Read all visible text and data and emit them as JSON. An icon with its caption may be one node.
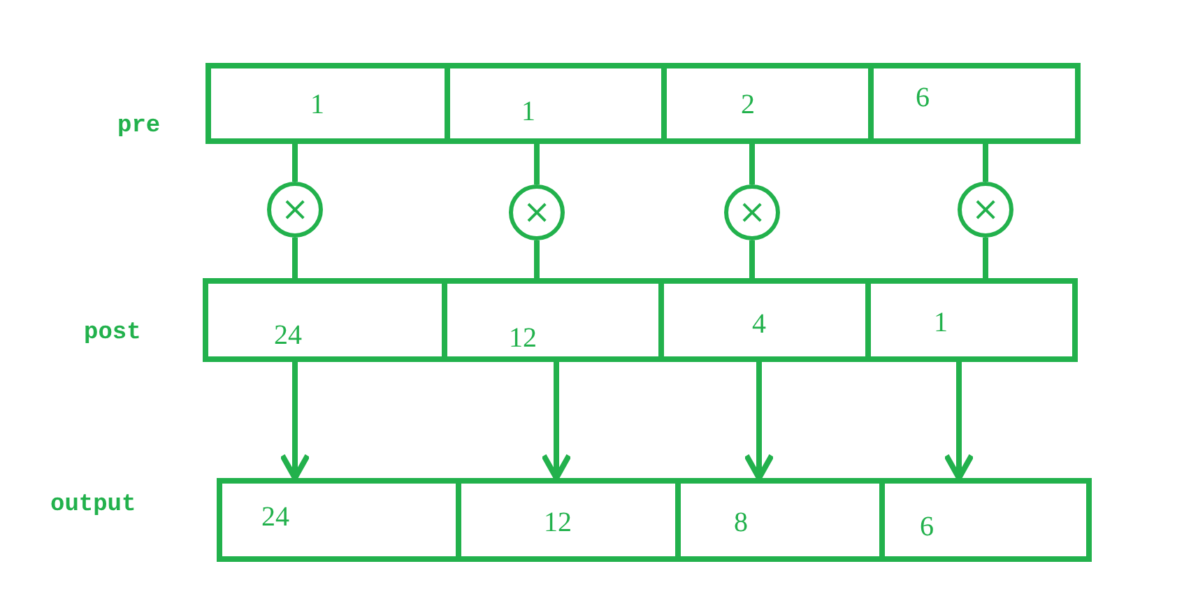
{
  "diagram": {
    "nodes": [
      {
        "text": [
          "1"
        ]
      },
      {
        "text": [
          "1"
        ]
      },
      {
        "text": [
          "2"
        ]
      },
      {
        "text": [
          "6"
        ]
      },
      {
        "text": [
          "×"
        ]
      },
      {
        "text": [
          "×"
        ]
      },
      {
        "text": [
          "×"
        ]
      },
      {
        "text": [
          "×"
        ]
      },
      {
        "text": [
          "24"
        ]
      },
      {
        "text": [
          "12"
        ]
      },
      {
        "text": [
          "4"
        ]
      },
      {
        "text": [
          "1"
        ]
      },
      {
        "text": [
          "24"
        ]
      },
      {
        "text": [
          "12"
        ]
      },
      {
        "text": [
          "8"
        ]
      },
      {
        "text": [
          "6"
        ]
      }
    ],
    "edges": [
      {
        "from": 0,
        "to": 4,
        "arrow": "none"
      },
      {
        "from": 1,
        "to": 5,
        "arrow": "none"
      },
      {
        "from": 2,
        "to": 6,
        "arrow": "none"
      },
      {
        "from": 3,
        "to": 7,
        "arrow": "none"
      },
      {
        "from": 4,
        "to": 8,
        "arrow": "none"
      },
      {
        "from": 5,
        "to": 9,
        "arrow": "none"
      },
      {
        "from": 6,
        "to": 10,
        "arrow": "none"
      },
      {
        "from": 7,
        "to": 11,
        "arrow": "none"
      },
      {
        "from": 8,
        "to": 12,
        "arrow": "to"
      },
      {
        "from": 9,
        "to": 13,
        "arrow": "to"
      },
      {
        "from": 10,
        "to": 14,
        "arrow": "to"
      },
      {
        "from": 11,
        "to": 15,
        "arrow": "to"
      }
    ],
    "labels": [
      "pre",
      "post",
      "output"
    ]
  }
}
